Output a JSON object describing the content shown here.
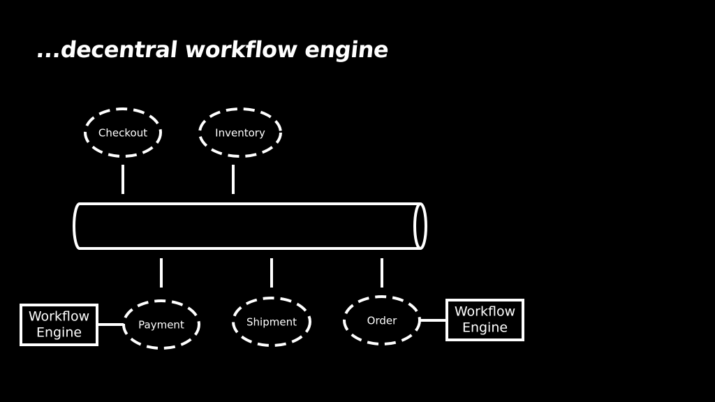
{
  "title": "...decentral workflow engine",
  "colors": {
    "background": "#000000",
    "foreground": "#ffffff"
  },
  "services_top": [
    {
      "label": "Checkout"
    },
    {
      "label": "Inventory"
    }
  ],
  "services_bottom": [
    {
      "label": "Payment"
    },
    {
      "label": "Shipment"
    },
    {
      "label": "Order"
    }
  ],
  "workflow_engines": [
    {
      "line1": "Workflow",
      "line2": "Engine"
    },
    {
      "line1": "Workflow",
      "line2": "Engine"
    }
  ]
}
